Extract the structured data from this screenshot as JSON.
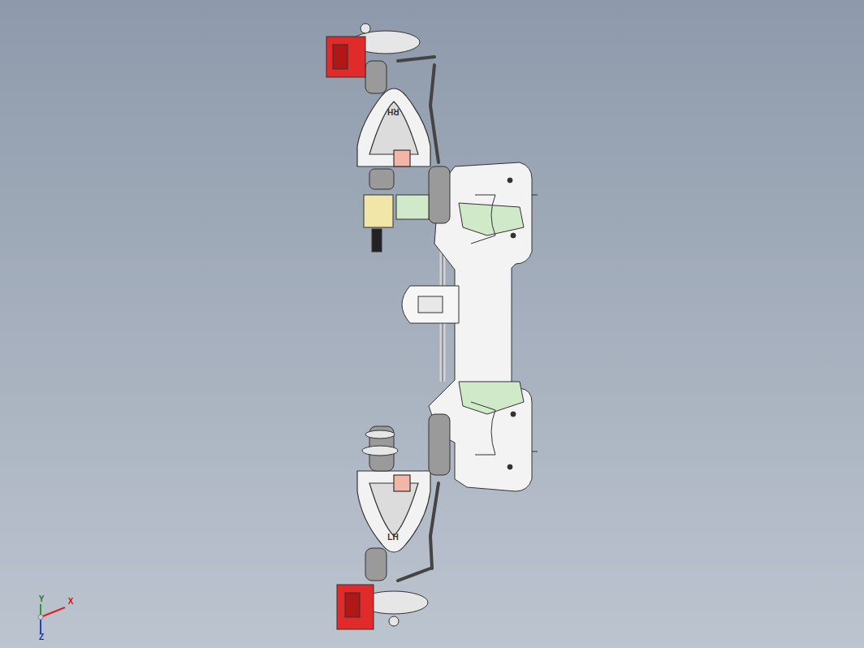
{
  "diagram": {
    "labels": [
      "RH",
      "LH",
      "Y",
      "X",
      "Z"
    ]
  }
}
